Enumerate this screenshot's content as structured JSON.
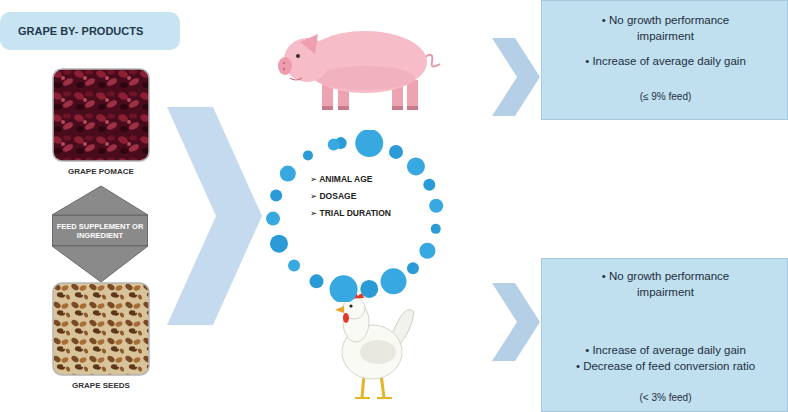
{
  "diagram": {
    "nodes": [
      {
        "text": [
          "GRAPE BY- PRODUCTS"
        ]
      },
      {
        "text": [
          "GRAPE POMACE"
        ]
      },
      {
        "text": [
          "FEED SUPPLEMENT OR INGREDIENT"
        ]
      },
      {
        "text": [
          "GRAPE SEEDS"
        ]
      },
      {
        "text": [
          "➢ ANIMAL AGE",
          "➢ DOSAGE",
          "➢ TRIAL DURATION"
        ]
      },
      {
        "text": [
          "• No growth performance impairment",
          "• Increase of average daily gain",
          "(≤ 9% feed)"
        ]
      },
      {
        "text": [
          "• No growth performance impairment",
          "• Increase of average daily gain",
          "• Decrease of feed conversion ratio",
          "(< 3% feed)"
        ]
      }
    ],
    "edges": [
      {
        "from": 2,
        "to": 1,
        "arrow": "to"
      },
      {
        "from": 2,
        "to": 3,
        "arrow": "to"
      },
      {
        "from": 2,
        "to": 4,
        "arrow": "to"
      },
      {
        "from": 4,
        "to": 5,
        "arrow": "to"
      },
      {
        "from": 4,
        "to": 6,
        "arrow": "to"
      }
    ]
  }
}
